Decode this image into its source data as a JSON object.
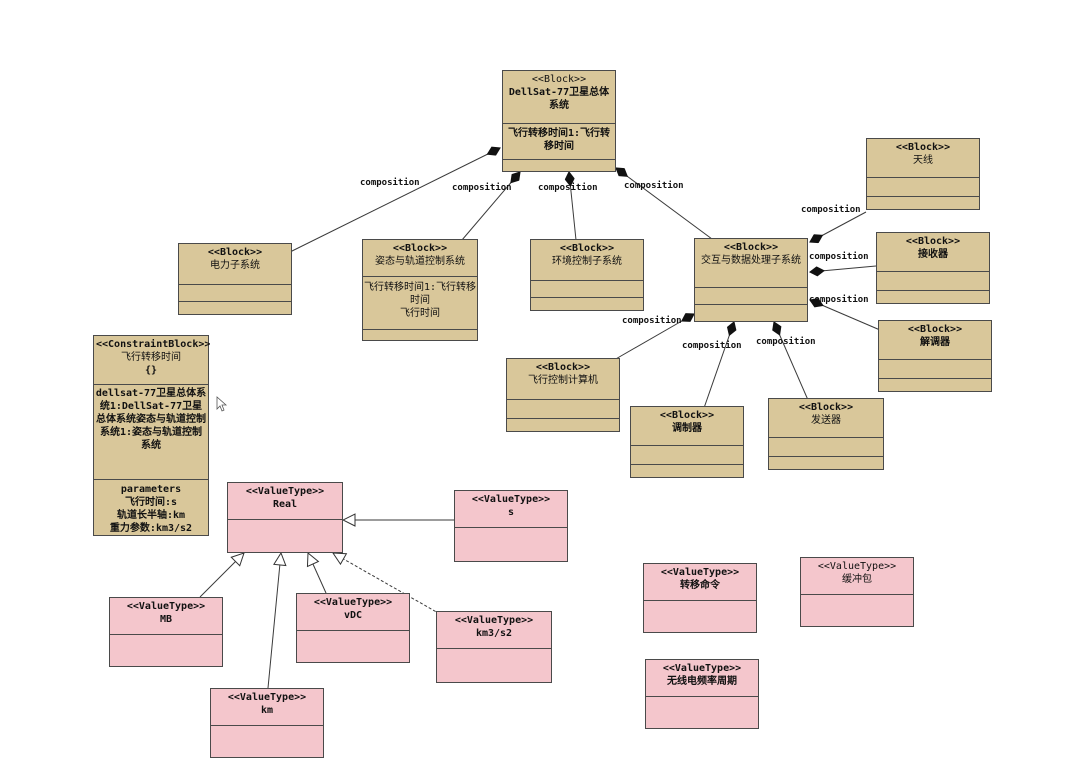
{
  "blocks": {
    "root": {
      "stereotype": "<<Block>>",
      "name": "DellSat-77卫星总体系统",
      "body": [
        "飞行转移时间1:飞行转移时间"
      ]
    },
    "power": {
      "stereotype": "<<Block>>",
      "name": "电力子系统"
    },
    "attitude": {
      "stereotype": "<<Block>>",
      "name": "姿态与轨道控制系统",
      "body": [
        "飞行转移时间1:飞行转移时间",
        "飞行时间"
      ]
    },
    "env": {
      "stereotype": "<<Block>>",
      "name": "环境控制子系统"
    },
    "comm": {
      "stereotype": "<<Block>>",
      "name": "交互与数据处理子系统"
    },
    "antenna": {
      "stereotype": "<<Block>>",
      "name": "天线"
    },
    "receiver": {
      "stereotype": "<<Block>>",
      "name": "接收器"
    },
    "demod": {
      "stereotype": "<<Block>>",
      "name": "解调器"
    },
    "flightcomp": {
      "stereotype": "<<Block>>",
      "name": "飞行控制计算机"
    },
    "modulator": {
      "stereotype": "<<Block>>",
      "name": "调制器"
    },
    "transmitter": {
      "stereotype": "<<Block>>",
      "name": "发送器"
    }
  },
  "constraint": {
    "stereotype": "<<ConstraintBlock>>",
    "name": "飞行转移时间",
    "constraint": "{}",
    "parts": "dellsat-77卫星总体系统1:DellSat-77卫星总体系统姿态与轨道控制系统1:姿态与轨道控制系统",
    "params_header": "parameters",
    "params": [
      "飞行时间:s",
      "轨道长半轴:km",
      "重力参数:km3/s2"
    ]
  },
  "valuetypes": {
    "real": {
      "stereotype": "<<ValueType>>",
      "name": "Real"
    },
    "s": {
      "stereotype": "<<ValueType>>",
      "name": "s"
    },
    "mb": {
      "stereotype": "<<ValueType>>",
      "name": "MB"
    },
    "vdc": {
      "stereotype": "<<ValueType>>",
      "name": "vDC"
    },
    "km3s2": {
      "stereotype": "<<ValueType>>",
      "name": "km3/s2"
    },
    "km": {
      "stereotype": "<<ValueType>>",
      "name": "km"
    },
    "cmd": {
      "stereotype": "<<ValueType>>",
      "name": "转移命令"
    },
    "buffer": {
      "stereotype": "<<ValueType>>",
      "name": "缓冲包"
    },
    "radio": {
      "stereotype": "<<ValueType>>",
      "name": "无线电频率周期"
    }
  },
  "edge_label": "composition",
  "colors": {
    "block": "#d9c79a",
    "valuetype": "#f4c6cc",
    "line": "#3a3a3a"
  }
}
